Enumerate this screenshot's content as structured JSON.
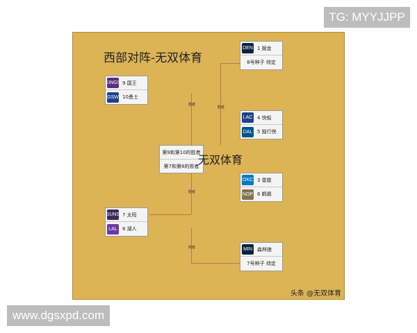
{
  "watermarks": {
    "tg": "TG: MYYJJPP",
    "site": "www.dgsxpd.com"
  },
  "board": {
    "title": "西部对阵-无双体育",
    "center_watermark": "无双体育",
    "credit": "头条 @无双体育",
    "colors": {
      "background": "#dcb456",
      "connector": "#c0714a"
    }
  },
  "playin": {
    "group_a": [
      {
        "label": "9 国王",
        "logo_icon": "kings-logo-icon",
        "logo_text": "KINGS",
        "logo_color": "#5a2d82"
      },
      {
        "label": "10勇士",
        "logo_icon": "warriors-logo-icon",
        "logo_text": "GSW",
        "logo_color": "#1d428a"
      }
    ],
    "group_b": [
      {
        "label": "7 太阳",
        "logo_icon": "suns-logo-icon",
        "logo_text": "SUNS",
        "logo_color": "#3a2a5e"
      },
      {
        "label": "8 湖人",
        "logo_icon": "lakers-logo-icon",
        "logo_text": "LAL",
        "logo_color": "#6a3aa0"
      }
    ],
    "center": {
      "top": "第9和第10的胜者",
      "bottom": "第7和第8的败者"
    },
    "edge_winner": "胜者",
    "edge_loser": "败者"
  },
  "matchups": [
    {
      "rows": [
        {
          "label": "1 掘金",
          "logo_icon": "nuggets-logo-icon",
          "logo_text": "DEN",
          "logo_color": "#0e2240"
        },
        {
          "label": "8号种子 待定"
        }
      ]
    },
    {
      "rows": [
        {
          "label": "4 快船",
          "logo_icon": "clippers-logo-icon",
          "logo_text": "LAC",
          "logo_color": "#1d428a"
        },
        {
          "label": "5 独行侠",
          "logo_icon": "mavericks-logo-icon",
          "logo_text": "DAL",
          "logo_color": "#00538c"
        }
      ]
    },
    {
      "rows": [
        {
          "label": "3 雷霆",
          "logo_icon": "thunder-logo-icon",
          "logo_text": "OKC",
          "logo_color": "#007ac1"
        },
        {
          "label": "6 鹈鹕",
          "logo_icon": "pelicans-logo-icon",
          "logo_text": "NOP",
          "logo_color": "#85714d"
        }
      ]
    },
    {
      "rows": [
        {
          "label": "森林狼",
          "logo_icon": "timberwolves-logo-icon",
          "logo_text": "MIN",
          "logo_color": "#0c2340"
        },
        {
          "label": "7号种子 待定"
        }
      ]
    }
  ]
}
